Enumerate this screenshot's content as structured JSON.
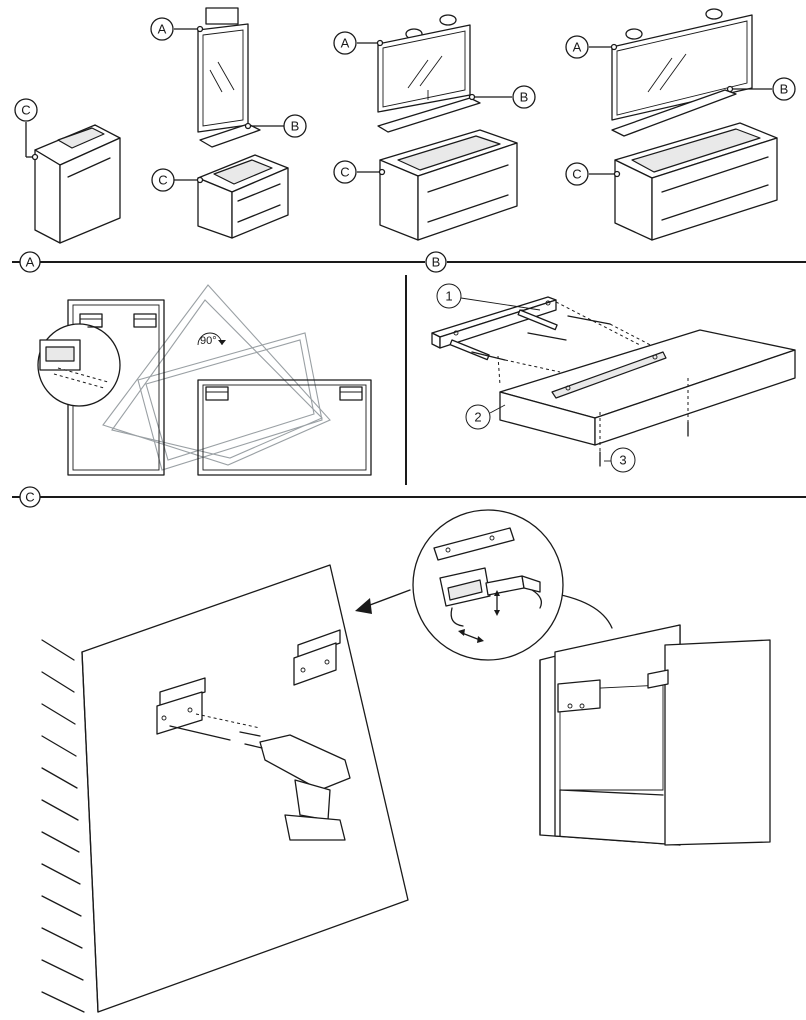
{
  "callouts": {
    "mirror": "A",
    "shelf": "B",
    "cabinet": "C"
  },
  "sections": {
    "a": "A",
    "b": "B",
    "c": "C"
  },
  "rotation_label": "90°",
  "part_numbers": {
    "rail": "1",
    "shelf": "2",
    "screw": "3"
  }
}
